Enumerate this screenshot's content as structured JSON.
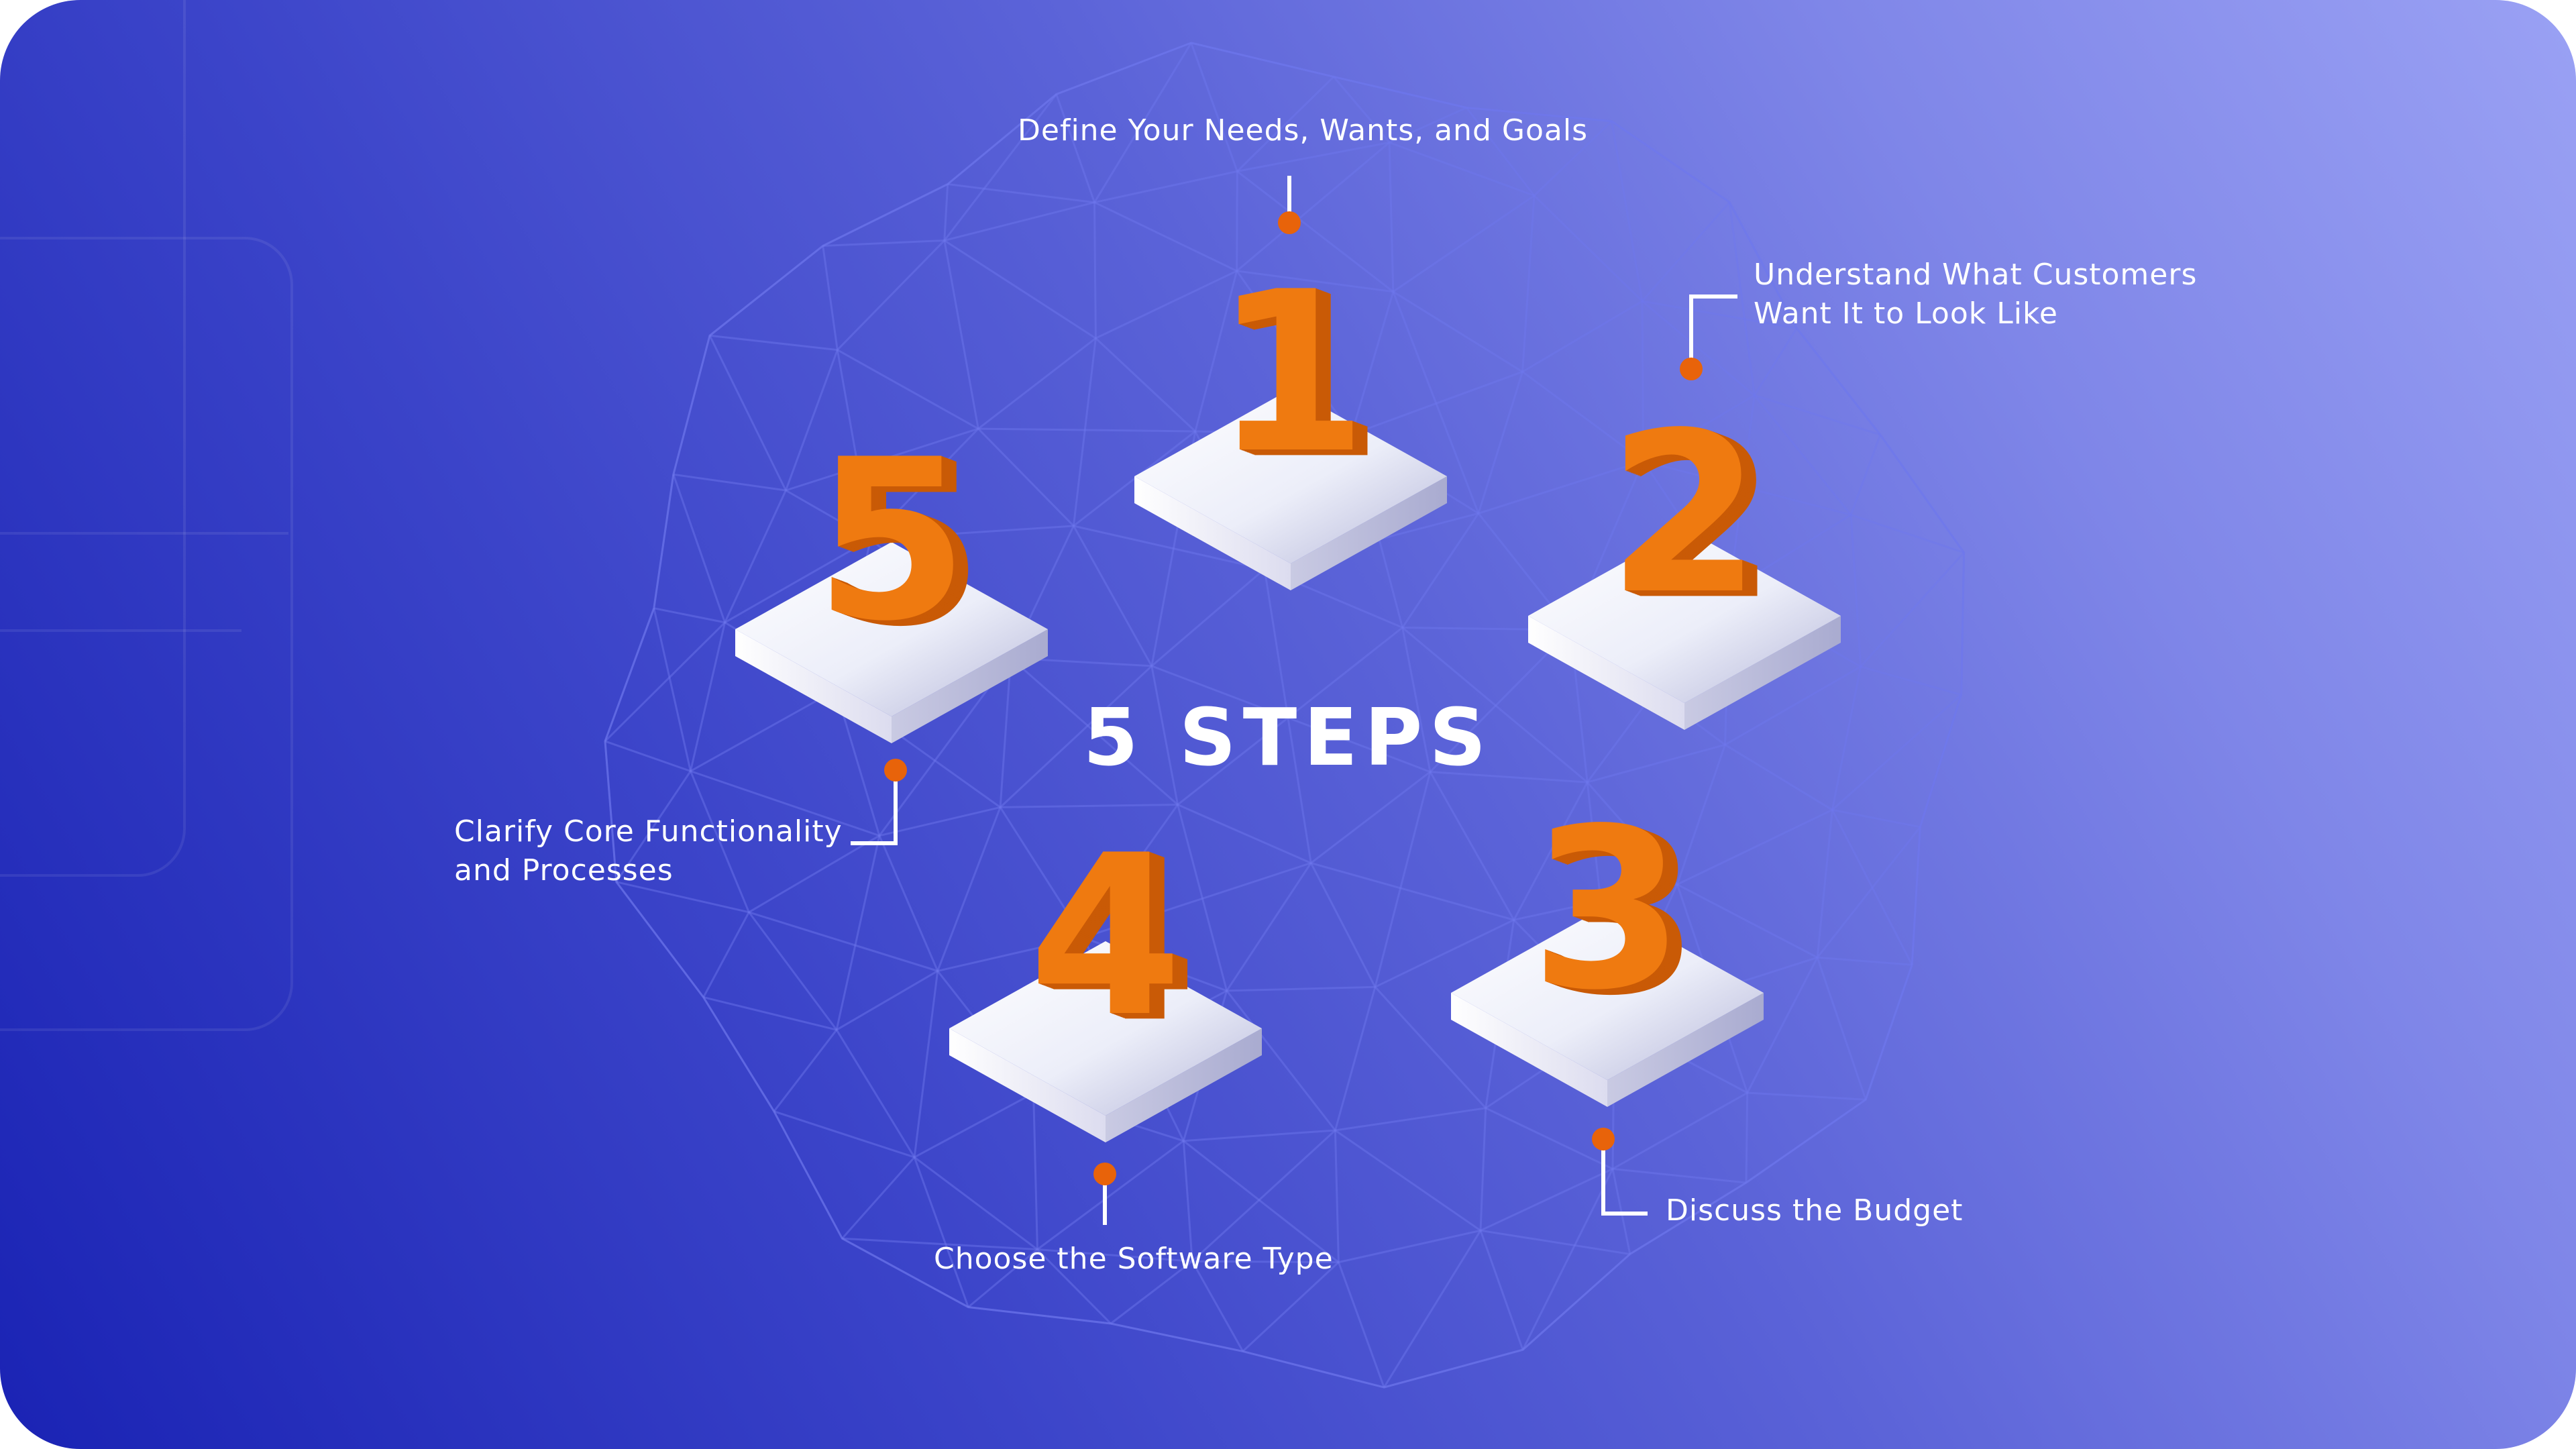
{
  "title": "5 STEPS",
  "colors": {
    "accent": "#ef7a10",
    "accent_dark": "#c95a06",
    "platform_top": "#f4f4fb",
    "text": "#ffffff"
  },
  "steps": [
    {
      "number": "1",
      "lines": [
        "Define Your Needs, Wants, and Goals"
      ]
    },
    {
      "number": "2",
      "lines": [
        "Understand What Customers",
        "Want It to Look Like"
      ]
    },
    {
      "number": "3",
      "lines": [
        "Discuss the Budget"
      ]
    },
    {
      "number": "4",
      "lines": [
        "Choose the Software Type"
      ]
    },
    {
      "number": "5",
      "lines": [
        "Clarify Core Functionality",
        "and Processes"
      ]
    }
  ]
}
